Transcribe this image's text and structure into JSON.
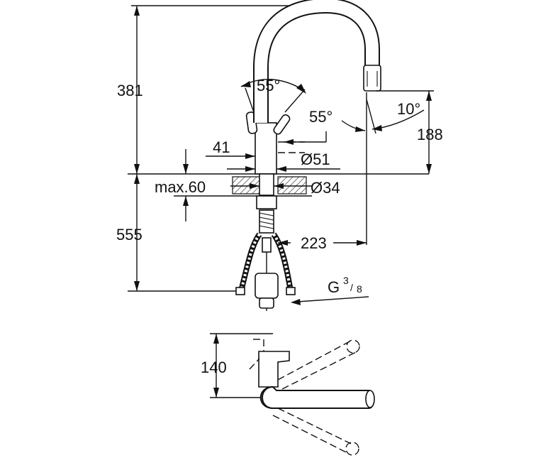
{
  "dimensions": {
    "height_total": "381",
    "spout_angle_top": "55°",
    "lever_angle": "55°",
    "spout_tilt": "10°",
    "spout_height": "188",
    "body_offset": "41",
    "body_diameter": "Ø51",
    "deck_thickness": "max.60",
    "hole_diameter": "Ø34",
    "hose_length": "555",
    "reach": "223",
    "connection_thread": "G",
    "connection_thread_num": "3",
    "connection_thread_den": "8",
    "plan_depth": "140"
  }
}
